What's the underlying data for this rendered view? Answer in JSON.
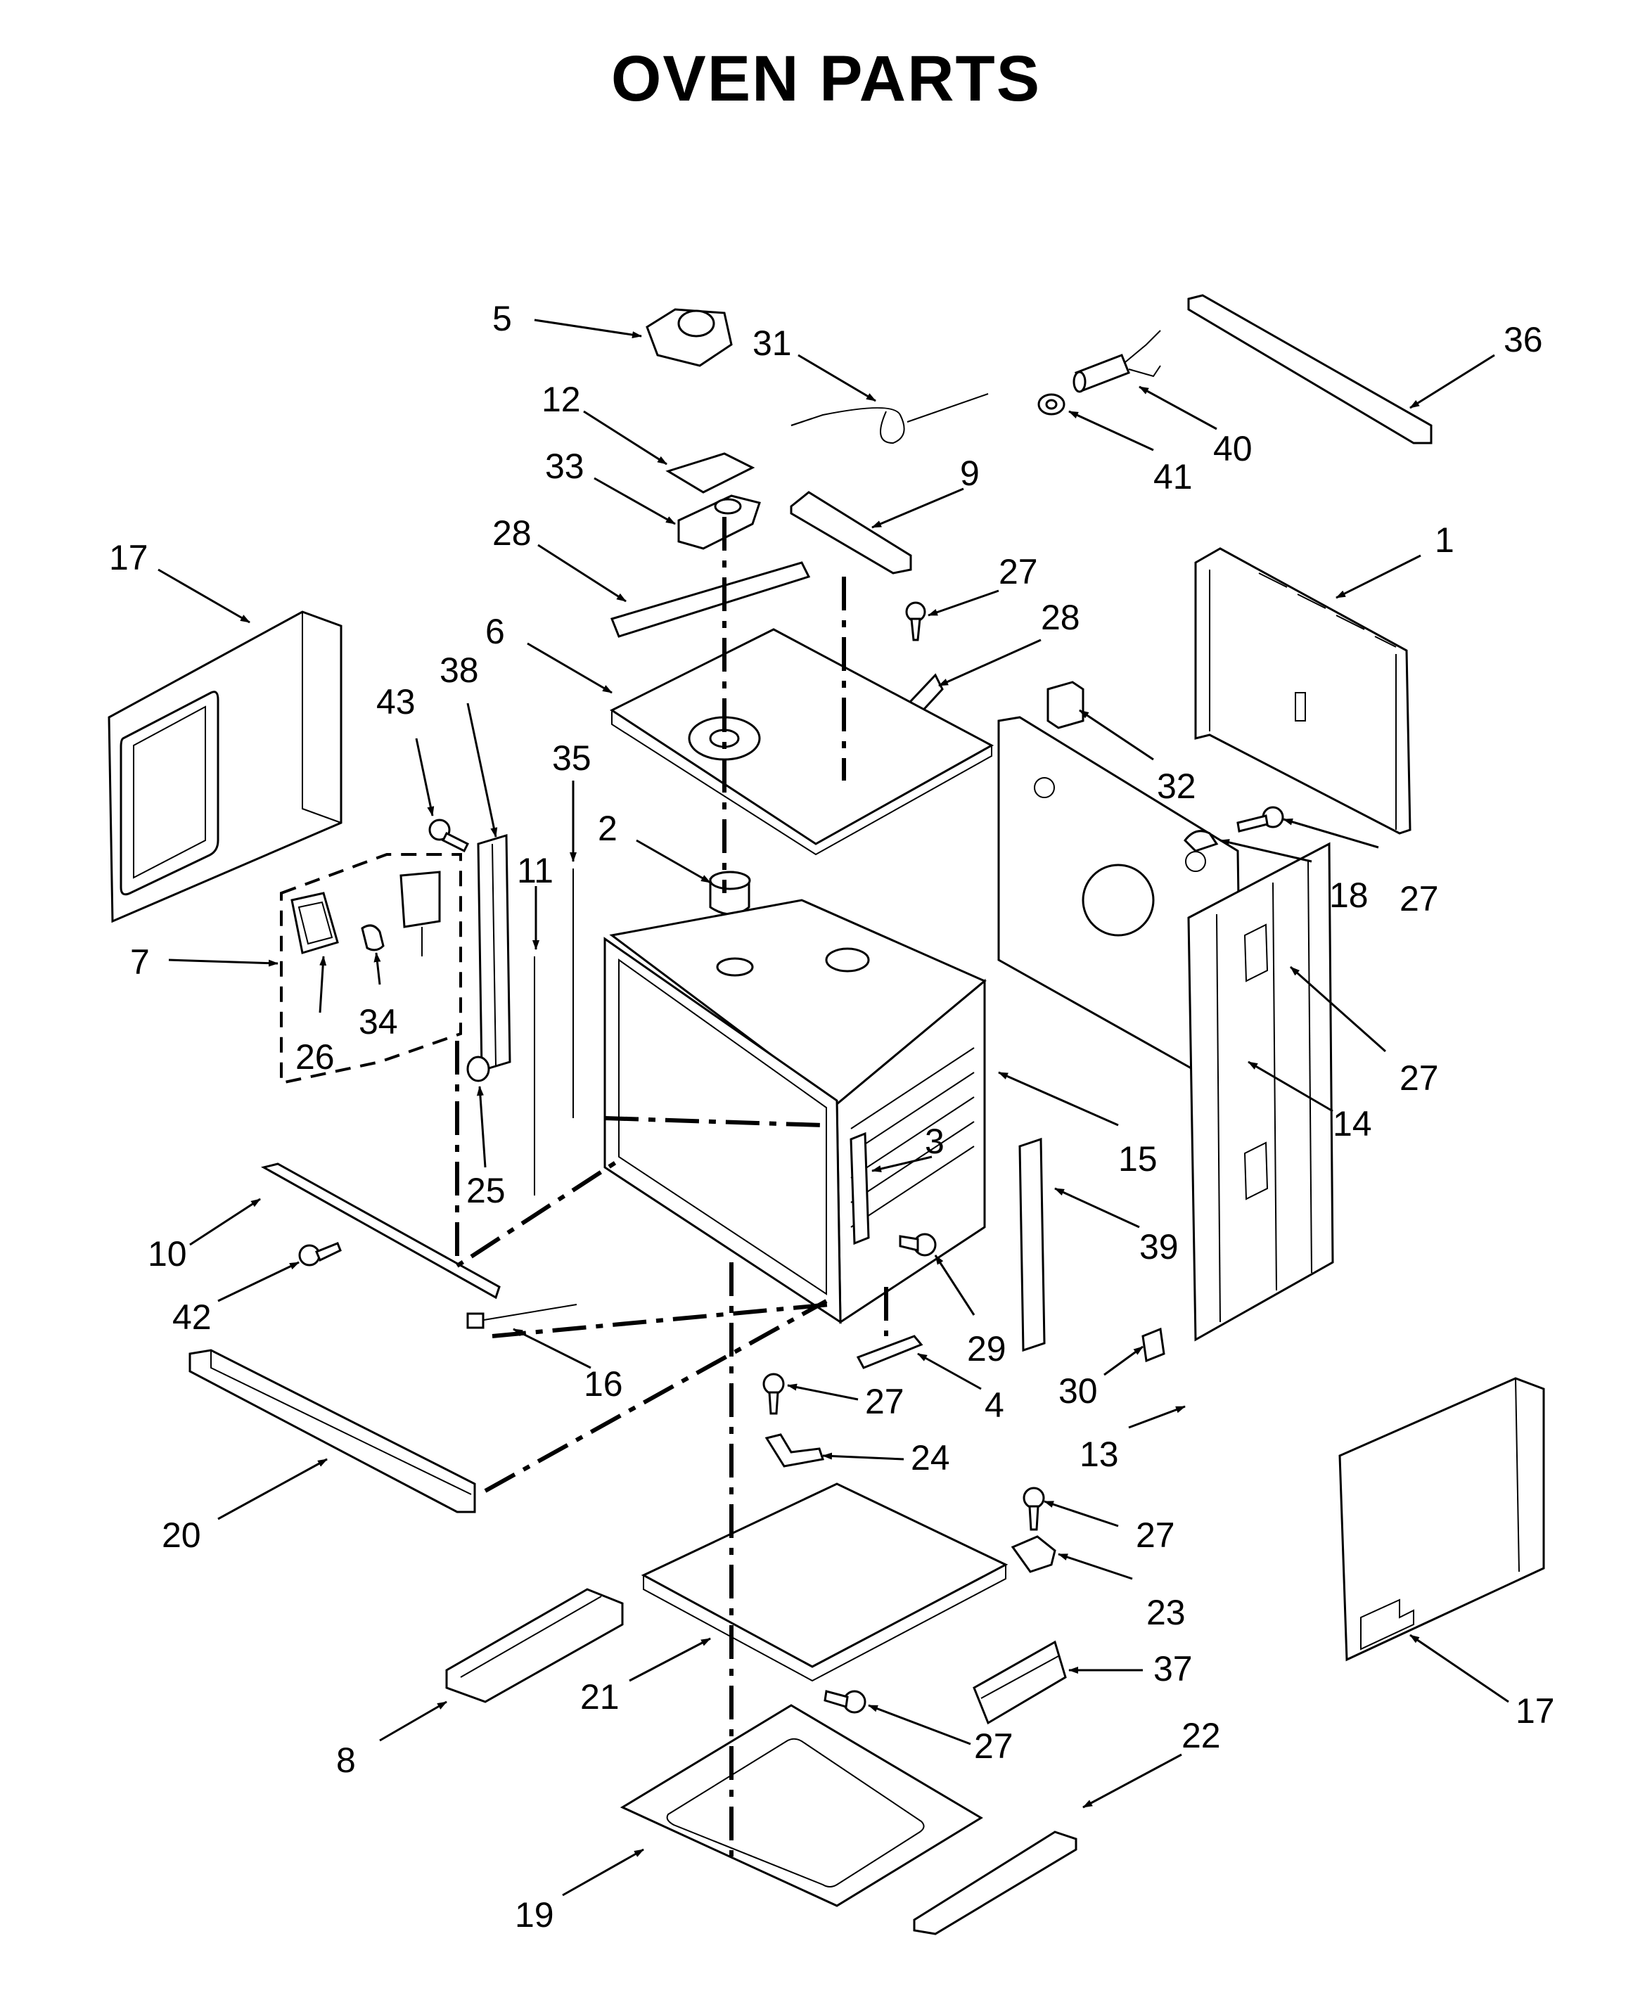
{
  "title": "OVEN PARTS",
  "colors": {
    "ink": "#000000",
    "background": "#ffffff"
  },
  "callouts": [
    {
      "id": "c1",
      "label": "1"
    },
    {
      "id": "c2",
      "label": "2"
    },
    {
      "id": "c3",
      "label": "3"
    },
    {
      "id": "c4",
      "label": "4"
    },
    {
      "id": "c5",
      "label": "5"
    },
    {
      "id": "c6",
      "label": "6"
    },
    {
      "id": "c7",
      "label": "7"
    },
    {
      "id": "c8",
      "label": "8"
    },
    {
      "id": "c9",
      "label": "9"
    },
    {
      "id": "c10",
      "label": "10"
    },
    {
      "id": "c11",
      "label": "11"
    },
    {
      "id": "c12",
      "label": "12"
    },
    {
      "id": "c13",
      "label": "13"
    },
    {
      "id": "c14",
      "label": "14"
    },
    {
      "id": "c15",
      "label": "15"
    },
    {
      "id": "c16",
      "label": "16"
    },
    {
      "id": "c17a",
      "label": "17"
    },
    {
      "id": "c17b",
      "label": "17"
    },
    {
      "id": "c18",
      "label": "18"
    },
    {
      "id": "c19",
      "label": "19"
    },
    {
      "id": "c20",
      "label": "20"
    },
    {
      "id": "c21",
      "label": "21"
    },
    {
      "id": "c22",
      "label": "22"
    },
    {
      "id": "c23",
      "label": "23"
    },
    {
      "id": "c24",
      "label": "24"
    },
    {
      "id": "c25",
      "label": "25"
    },
    {
      "id": "c26",
      "label": "26"
    },
    {
      "id": "c27a",
      "label": "27"
    },
    {
      "id": "c27b",
      "label": "27"
    },
    {
      "id": "c27c",
      "label": "27"
    },
    {
      "id": "c27d",
      "label": "27"
    },
    {
      "id": "c27e",
      "label": "27"
    },
    {
      "id": "c27f",
      "label": "27"
    },
    {
      "id": "c28a",
      "label": "28"
    },
    {
      "id": "c28b",
      "label": "28"
    },
    {
      "id": "c29",
      "label": "29"
    },
    {
      "id": "c30",
      "label": "30"
    },
    {
      "id": "c31",
      "label": "31"
    },
    {
      "id": "c32",
      "label": "32"
    },
    {
      "id": "c33",
      "label": "33"
    },
    {
      "id": "c34",
      "label": "34"
    },
    {
      "id": "c35",
      "label": "35"
    },
    {
      "id": "c36",
      "label": "36"
    },
    {
      "id": "c37",
      "label": "37"
    },
    {
      "id": "c38",
      "label": "38"
    },
    {
      "id": "c39",
      "label": "39"
    },
    {
      "id": "c40",
      "label": "40"
    },
    {
      "id": "c41",
      "label": "41"
    },
    {
      "id": "c42",
      "label": "42"
    },
    {
      "id": "c43",
      "label": "43"
    }
  ]
}
